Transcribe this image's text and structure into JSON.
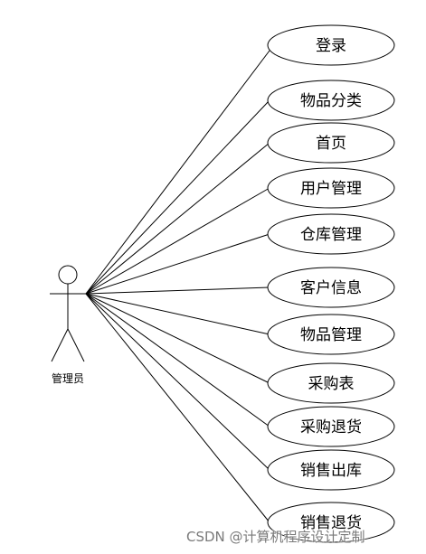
{
  "actor": {
    "name": "管理员"
  },
  "use_cases": [
    {
      "id": "login",
      "label": "登录"
    },
    {
      "id": "item-category",
      "label": "物品分类"
    },
    {
      "id": "home",
      "label": "首页"
    },
    {
      "id": "user-management",
      "label": "用户管理"
    },
    {
      "id": "warehouse-management",
      "label": "仓库管理"
    },
    {
      "id": "customer-info",
      "label": "客户信息"
    },
    {
      "id": "item-management",
      "label": "物品管理"
    },
    {
      "id": "purchase-table",
      "label": "采购表"
    },
    {
      "id": "purchase-return",
      "label": "采购退货"
    },
    {
      "id": "sales-outbound",
      "label": "销售出库"
    },
    {
      "id": "sales-return",
      "label": "销售退货"
    }
  ],
  "watermark": "CSDN @计算机程序设计定制"
}
